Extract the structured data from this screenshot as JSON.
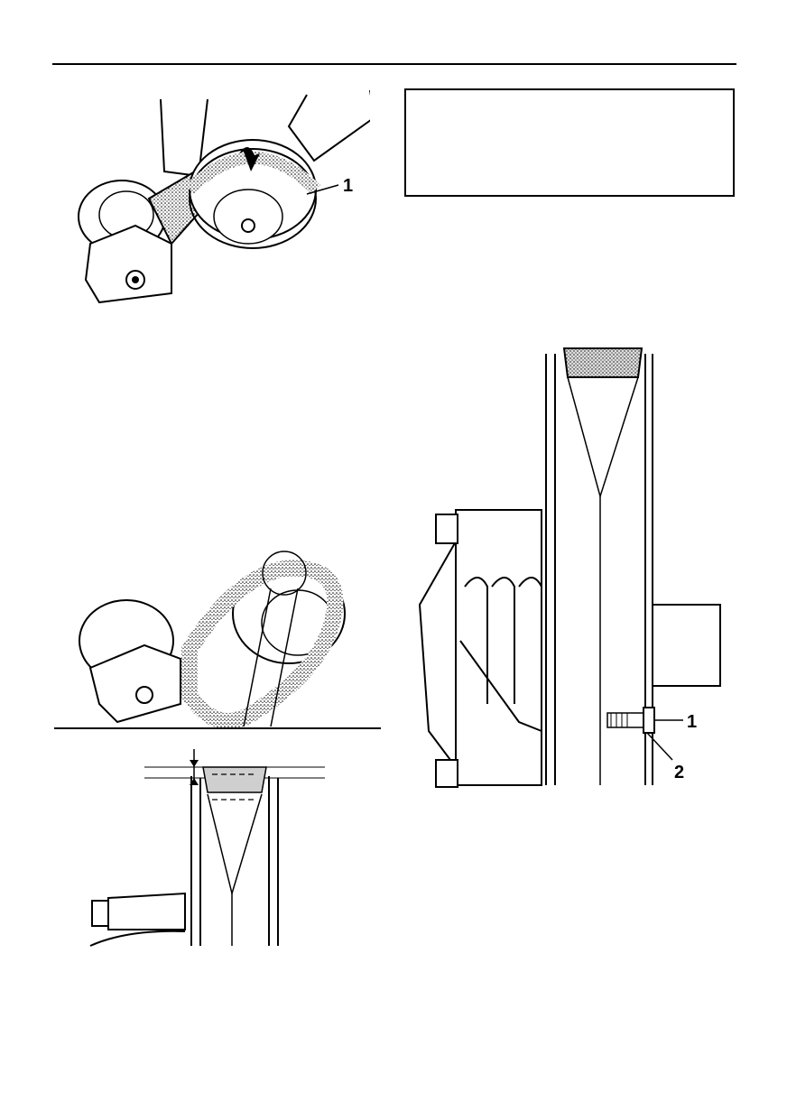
{
  "figures": {
    "belt_removal": {
      "callouts": [
        "1"
      ]
    },
    "belt_wear": {
      "callouts": []
    },
    "secondary_sheave": {
      "callouts": [
        "1",
        "2"
      ]
    }
  },
  "note_box": {
    "text": ""
  },
  "colors": {
    "line": "#000000",
    "belt_fill": "#cfcfcf",
    "background": "#ffffff"
  }
}
